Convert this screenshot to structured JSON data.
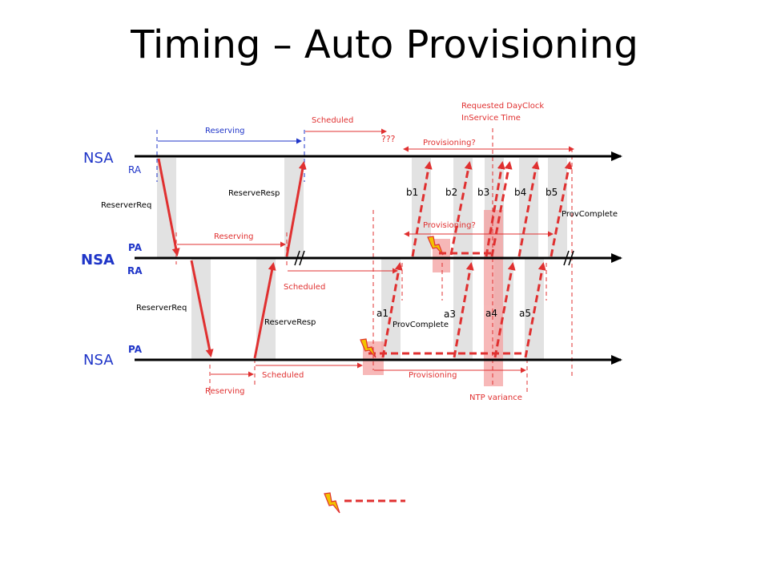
{
  "title": "Timing – Auto Provisioning",
  "colors": {
    "red": "#e03030",
    "blue": "#1f35c8",
    "grey_band": "#e2e2e2",
    "pink_band": "#f4a0a0",
    "axis": "#000000"
  },
  "rows": {
    "top": {
      "name": "NSA",
      "role": "RA"
    },
    "middle": {
      "name": "NSA",
      "role_upper": "PA",
      "role_lower": "RA"
    },
    "bottom": {
      "name": "NSA",
      "role": "PA"
    }
  },
  "labels": {
    "reserving_top": "Reserving",
    "scheduled_top": "Scheduled",
    "unknown": "???",
    "requested_line1": "Requested DayClock",
    "requested_line2": "InService Time",
    "provisioning_top": "Provisioning?",
    "provisioning_mid": "Provisioning?",
    "reserver_req_1": "ReserverReq",
    "reserve_resp_1": "ReserveResp",
    "reserving_mid": "Reserving",
    "scheduled_mid": "Scheduled",
    "prov_complete_top": "ProvComplete",
    "reserver_req_2": "ReserverReq",
    "reserve_resp_2": "ReserveResp",
    "prov_complete_mid": "ProvComplete",
    "reserving_bottom": "Reserving",
    "scheduled_bottom": "Scheduled",
    "provisioning_bottom": "Provisioning",
    "ntp_variance": "NTP variance"
  },
  "b_labels": [
    "b1",
    "b2",
    "b3",
    "b4",
    "b5"
  ],
  "a_labels": [
    "a1",
    "a3",
    "a4",
    "a5"
  ]
}
